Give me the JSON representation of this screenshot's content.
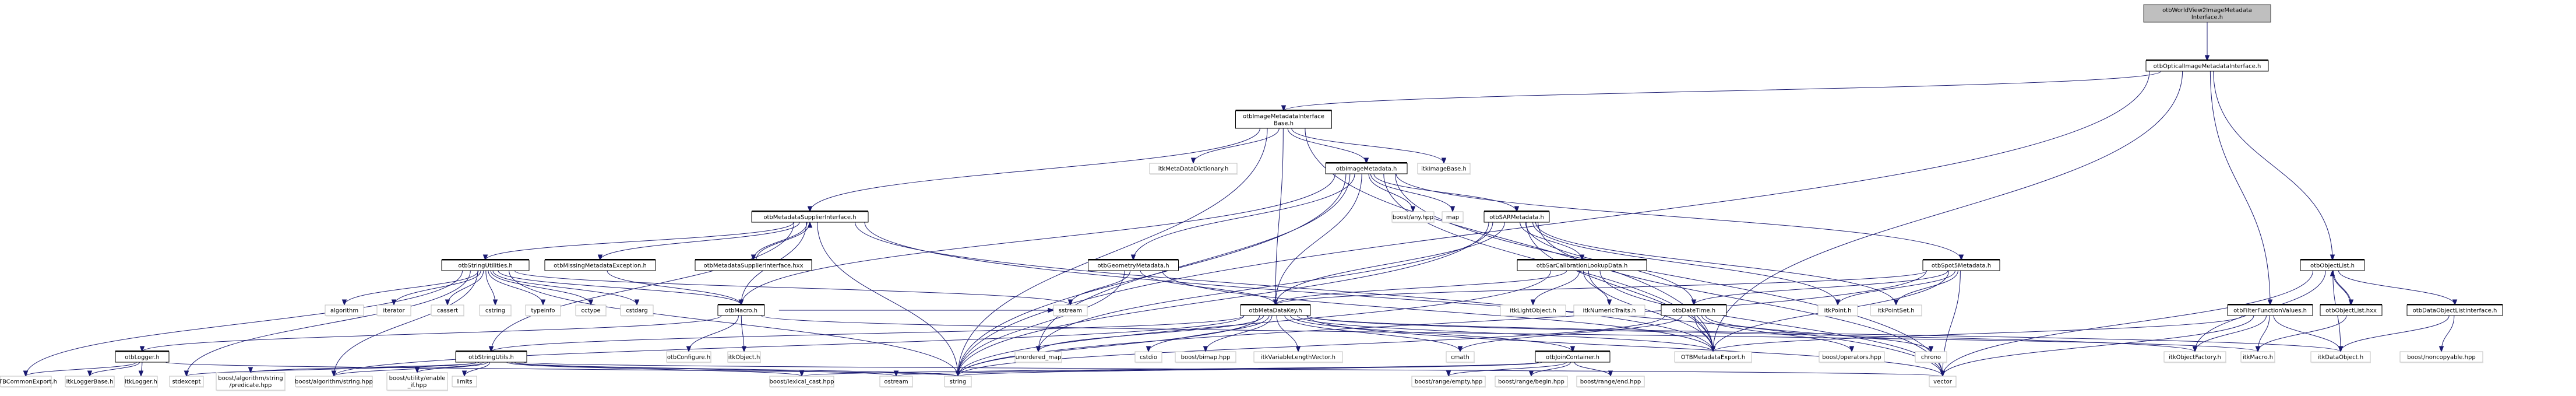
{
  "diagram": {
    "title": "Include dependency graph for otbWorldView2ImageMetadataInterface.h",
    "colors": {
      "edge": "#191970",
      "root_fill": "#bfbfbf",
      "local_border": "#000000",
      "external_border": "#bfbfbf"
    },
    "nodes": [
      {
        "id": "root",
        "label": [
          "otbWorldView2ImageMetadata",
          "Interface.h"
        ],
        "kind": "root"
      },
      {
        "id": "optical",
        "label": [
          "otbOpticalImageMetadataInterface.h"
        ],
        "kind": "local"
      },
      {
        "id": "imibase",
        "label": [
          "otbImageMetadataInterface",
          "Base.h"
        ],
        "kind": "local"
      },
      {
        "id": "itkmdd",
        "label": [
          "itkMetaDataDictionary.h"
        ],
        "kind": "ext"
      },
      {
        "id": "imgmd",
        "label": [
          "otbImageMetadata.h"
        ],
        "kind": "local"
      },
      {
        "id": "itkimgbase",
        "label": [
          "itkImageBase.h"
        ],
        "kind": "ext"
      },
      {
        "id": "mdsupp",
        "label": [
          "otbMetadataSupplierInterface.h"
        ],
        "kind": "local"
      },
      {
        "id": "boostany",
        "label": [
          "boost/any.hpp"
        ],
        "kind": "ext"
      },
      {
        "id": "map",
        "label": [
          "map"
        ],
        "kind": "ext"
      },
      {
        "id": "sarmd",
        "label": [
          "otbSARMetadata.h"
        ],
        "kind": "local"
      },
      {
        "id": "strutilities",
        "label": [
          "otbStringUtilities.h"
        ],
        "kind": "local"
      },
      {
        "id": "missing",
        "label": [
          "otbMissingMetadataException.h"
        ],
        "kind": "local"
      },
      {
        "id": "mdsupphxx",
        "label": [
          "otbMetadataSupplierInterface.hxx"
        ],
        "kind": "local"
      },
      {
        "id": "geommd",
        "label": [
          "otbGeometryMetadata.h"
        ],
        "kind": "local"
      },
      {
        "id": "sarcal",
        "label": [
          "otbSarCalibrationLookupData.h"
        ],
        "kind": "local"
      },
      {
        "id": "spot5",
        "label": [
          "otbSpot5Metadata.h"
        ],
        "kind": "local"
      },
      {
        "id": "objlist",
        "label": [
          "otbObjectList.h"
        ],
        "kind": "local"
      },
      {
        "id": "algorithm",
        "label": [
          "algorithm"
        ],
        "kind": "ext"
      },
      {
        "id": "iterator",
        "label": [
          "iterator"
        ],
        "kind": "ext"
      },
      {
        "id": "cassert",
        "label": [
          "cassert"
        ],
        "kind": "ext"
      },
      {
        "id": "cstring",
        "label": [
          "cstring"
        ],
        "kind": "ext"
      },
      {
        "id": "typeinfo",
        "label": [
          "typeinfo"
        ],
        "kind": "ext"
      },
      {
        "id": "cctype",
        "label": [
          "cctype"
        ],
        "kind": "ext"
      },
      {
        "id": "cstdarg",
        "label": [
          "cstdarg"
        ],
        "kind": "ext"
      },
      {
        "id": "macro",
        "label": [
          "otbMacro.h"
        ],
        "kind": "local"
      },
      {
        "id": "sstream",
        "label": [
          "sstream"
        ],
        "kind": "ext"
      },
      {
        "id": "mdkey",
        "label": [
          "otbMetaDataKey.h"
        ],
        "kind": "local"
      },
      {
        "id": "itklight",
        "label": [
          "itkLightObject.h"
        ],
        "kind": "ext"
      },
      {
        "id": "itknum",
        "label": [
          "itkNumericTraits.h"
        ],
        "kind": "ext"
      },
      {
        "id": "datetime",
        "label": [
          "otbDateTime.h"
        ],
        "kind": "local"
      },
      {
        "id": "itkpoint",
        "label": [
          "itkPoint.h"
        ],
        "kind": "ext"
      },
      {
        "id": "itkpointset",
        "label": [
          "itkPointSet.h"
        ],
        "kind": "ext"
      },
      {
        "id": "filterfunc",
        "label": [
          "otbFilterFunctionValues.h"
        ],
        "kind": "local"
      },
      {
        "id": "objlisthxx",
        "label": [
          "otbObjectList.hxx"
        ],
        "kind": "local"
      },
      {
        "id": "dolistif",
        "label": [
          "otbDataObjectListInterface.h"
        ],
        "kind": "local"
      },
      {
        "id": "logger",
        "label": [
          "otbLogger.h"
        ],
        "kind": "local"
      },
      {
        "id": "strutils",
        "label": [
          "otbStringUtils.h"
        ],
        "kind": "local"
      },
      {
        "id": "configure",
        "label": [
          "otbConfigure.h"
        ],
        "kind": "ext"
      },
      {
        "id": "itkobject",
        "label": [
          "itkObject.h"
        ],
        "kind": "ext"
      },
      {
        "id": "umap",
        "label": [
          "unordered_map"
        ],
        "kind": "ext"
      },
      {
        "id": "cstdio",
        "label": [
          "cstdio"
        ],
        "kind": "ext"
      },
      {
        "id": "bimap",
        "label": [
          "boost/bimap.hpp"
        ],
        "kind": "ext"
      },
      {
        "id": "itkvlv",
        "label": [
          "itkVariableLengthVector.h"
        ],
        "kind": "ext"
      },
      {
        "id": "cmath",
        "label": [
          "cmath"
        ],
        "kind": "ext"
      },
      {
        "id": "joincont",
        "label": [
          "otbJoinContainer.h"
        ],
        "kind": "local"
      },
      {
        "id": "mdexport",
        "label": [
          "OTBMetadataExport.h"
        ],
        "kind": "ext"
      },
      {
        "id": "boostops",
        "label": [
          "boost/operators.hpp"
        ],
        "kind": "ext"
      },
      {
        "id": "chrono",
        "label": [
          "chrono"
        ],
        "kind": "ext"
      },
      {
        "id": "itkobjfact",
        "label": [
          "itkObjectFactory.h"
        ],
        "kind": "ext"
      },
      {
        "id": "itkmacro",
        "label": [
          "itkMacro.h"
        ],
        "kind": "ext"
      },
      {
        "id": "itkdataobj",
        "label": [
          "itkDataObject.h"
        ],
        "kind": "ext"
      },
      {
        "id": "noncopy",
        "label": [
          "boost/noncopyable.hpp"
        ],
        "kind": "ext"
      },
      {
        "id": "commonexport",
        "label": [
          "OTBCommonExport.h"
        ],
        "kind": "ext"
      },
      {
        "id": "itkloggerbase",
        "label": [
          "itkLoggerBase.h"
        ],
        "kind": "ext"
      },
      {
        "id": "itklogger",
        "label": [
          "itkLogger.h"
        ],
        "kind": "ext"
      },
      {
        "id": "stdexcept",
        "label": [
          "stdexcept"
        ],
        "kind": "ext"
      },
      {
        "id": "predicate",
        "label": [
          "boost/algorithm/string",
          "/predicate.hpp"
        ],
        "kind": "ext"
      },
      {
        "id": "boostalgstr",
        "label": [
          "boost/algorithm/string.hpp"
        ],
        "kind": "ext"
      },
      {
        "id": "enableif",
        "label": [
          "boost/utility/enable",
          "_if.hpp"
        ],
        "kind": "ext"
      },
      {
        "id": "limits",
        "label": [
          "limits"
        ],
        "kind": "ext"
      },
      {
        "id": "lexcast",
        "label": [
          "boost/lexical_cast.hpp"
        ],
        "kind": "ext"
      },
      {
        "id": "ostream",
        "label": [
          "ostream"
        ],
        "kind": "ext"
      },
      {
        "id": "string",
        "label": [
          "string"
        ],
        "kind": "ext"
      },
      {
        "id": "rangeempty",
        "label": [
          "boost/range/empty.hpp"
        ],
        "kind": "ext"
      },
      {
        "id": "rangebegin",
        "label": [
          "boost/range/begin.hpp"
        ],
        "kind": "ext"
      },
      {
        "id": "rangeend",
        "label": [
          "boost/range/end.hpp"
        ],
        "kind": "ext"
      },
      {
        "id": "vector",
        "label": [
          "vector"
        ],
        "kind": "ext"
      }
    ],
    "edges": [
      [
        "root",
        "optical"
      ],
      [
        "optical",
        "imibase"
      ],
      [
        "optical",
        "mdexport"
      ],
      [
        "optical",
        "string"
      ],
      [
        "optical",
        "filterfunc"
      ],
      [
        "optical",
        "objlist"
      ],
      [
        "imibase",
        "itkmdd"
      ],
      [
        "imibase",
        "imgmd"
      ],
      [
        "imibase",
        "itkimgbase"
      ],
      [
        "imibase",
        "mdsupp"
      ],
      [
        "imibase",
        "mdkey"
      ],
      [
        "imibase",
        "mdexport"
      ],
      [
        "imibase",
        "string"
      ],
      [
        "imgmd",
        "geommd"
      ],
      [
        "imgmd",
        "sarmd"
      ],
      [
        "imgmd",
        "spot5"
      ],
      [
        "imgmd",
        "mdkey"
      ],
      [
        "imgmd",
        "boostany"
      ],
      [
        "imgmd",
        "map"
      ],
      [
        "imgmd",
        "macro"
      ],
      [
        "imgmd",
        "string"
      ],
      [
        "imgmd",
        "vector"
      ],
      [
        "imgmd",
        "mdexport"
      ],
      [
        "imgmd",
        "umap"
      ],
      [
        "mdsupp",
        "strutilities"
      ],
      [
        "mdsupp",
        "missing"
      ],
      [
        "mdsupp",
        "mdsupphxx"
      ],
      [
        "mdsupp",
        "macro"
      ],
      [
        "mdsupp",
        "string"
      ],
      [
        "mdsupp",
        "vector"
      ],
      [
        "mdsupp",
        "strutils"
      ],
      [
        "mdsupp",
        "mdexport"
      ],
      [
        "mdsupphxx",
        "mdsupp"
      ],
      [
        "missing",
        "macro"
      ],
      [
        "strutilities",
        "algorithm"
      ],
      [
        "strutilities",
        "iterator"
      ],
      [
        "strutilities",
        "cassert"
      ],
      [
        "strutilities",
        "cstring"
      ],
      [
        "strutilities",
        "typeinfo"
      ],
      [
        "strutilities",
        "cctype"
      ],
      [
        "strutilities",
        "cstdarg"
      ],
      [
        "strutilities",
        "macro"
      ],
      [
        "strutilities",
        "sstream"
      ],
      [
        "strutilities",
        "string"
      ],
      [
        "strutilities",
        "stdexcept"
      ],
      [
        "strutilities",
        "commonexport"
      ],
      [
        "strutilities",
        "boostalgstr"
      ],
      [
        "macro",
        "logger"
      ],
      [
        "macro",
        "configure"
      ],
      [
        "macro",
        "itkobject"
      ],
      [
        "macro",
        "sstream"
      ],
      [
        "macro",
        "itkmacro"
      ],
      [
        "geommd",
        "sstream"
      ],
      [
        "geommd",
        "mdkey"
      ],
      [
        "geommd",
        "string"
      ],
      [
        "geommd",
        "mdexport"
      ],
      [
        "sarmd",
        "mdkey"
      ],
      [
        "sarmd",
        "sarcal"
      ],
      [
        "sarmd",
        "datetime"
      ],
      [
        "sarmd",
        "itkpoint"
      ],
      [
        "sarmd",
        "itkpointset"
      ],
      [
        "sarmd",
        "string"
      ],
      [
        "sarmd",
        "vector"
      ],
      [
        "sarmd",
        "mdexport"
      ],
      [
        "sarmd",
        "umap"
      ],
      [
        "sarcal",
        "itklight"
      ],
      [
        "sarcal",
        "itknum"
      ],
      [
        "sarcal",
        "mdkey"
      ],
      [
        "sarcal",
        "mdexport"
      ],
      [
        "sarcal",
        "string"
      ],
      [
        "sarcal",
        "vector"
      ],
      [
        "spot5",
        "mdkey"
      ],
      [
        "spot5",
        "datetime"
      ],
      [
        "spot5",
        "itkpoint"
      ],
      [
        "spot5",
        "itkpointset"
      ],
      [
        "spot5",
        "vector"
      ],
      [
        "spot5",
        "string"
      ],
      [
        "spot5",
        "mdexport"
      ],
      [
        "mdkey",
        "umap"
      ],
      [
        "mdkey",
        "cstdio"
      ],
      [
        "mdkey",
        "bimap"
      ],
      [
        "mdkey",
        "itkvlv"
      ],
      [
        "mdkey",
        "cmath"
      ],
      [
        "mdkey",
        "joincont"
      ],
      [
        "mdkey",
        "mdexport"
      ],
      [
        "mdkey",
        "strutils"
      ],
      [
        "mdkey",
        "string"
      ],
      [
        "mdkey",
        "itkobjfact"
      ],
      [
        "mdkey",
        "itkdataobj"
      ],
      [
        "mdkey",
        "vector"
      ],
      [
        "mdkey",
        "boostalgstr"
      ],
      [
        "datetime",
        "mdexport"
      ],
      [
        "datetime",
        "boostops"
      ],
      [
        "datetime",
        "chrono"
      ],
      [
        "datetime",
        "cmath"
      ],
      [
        "datetime",
        "string"
      ],
      [
        "joincont",
        "rangeempty"
      ],
      [
        "joincont",
        "rangebegin"
      ],
      [
        "joincont",
        "rangeend"
      ],
      [
        "joincont",
        "string"
      ],
      [
        "joincont",
        "ostream"
      ],
      [
        "joincont",
        "lexcast"
      ],
      [
        "logger",
        "commonexport"
      ],
      [
        "logger",
        "itkloggerbase"
      ],
      [
        "logger",
        "itklogger"
      ],
      [
        "logger",
        "string"
      ],
      [
        "strutils",
        "stdexcept"
      ],
      [
        "strutils",
        "predicate"
      ],
      [
        "strutils",
        "boostalgstr"
      ],
      [
        "strutils",
        "enableif"
      ],
      [
        "strutils",
        "limits"
      ],
      [
        "strutils",
        "lexcast"
      ],
      [
        "strutils",
        "ostream"
      ],
      [
        "strutils",
        "string"
      ],
      [
        "strutils",
        "vector"
      ],
      [
        "objlist",
        "objlisthxx"
      ],
      [
        "objlist",
        "dolistif"
      ],
      [
        "objlist",
        "itkdataobj"
      ],
      [
        "objlist",
        "itkobjfact"
      ],
      [
        "objlist",
        "vector"
      ],
      [
        "objlisthxx",
        "objlist"
      ],
      [
        "objlisthxx",
        "itkmacro"
      ],
      [
        "filterfunc",
        "itkobjfact"
      ],
      [
        "filterfunc",
        "itkmacro"
      ],
      [
        "filterfunc",
        "itkdataobj"
      ],
      [
        "filterfunc",
        "vector"
      ],
      [
        "filterfunc",
        "mdexport"
      ],
      [
        "dolistif",
        "itkdataobj"
      ],
      [
        "dolistif",
        "noncopy"
      ]
    ]
  }
}
